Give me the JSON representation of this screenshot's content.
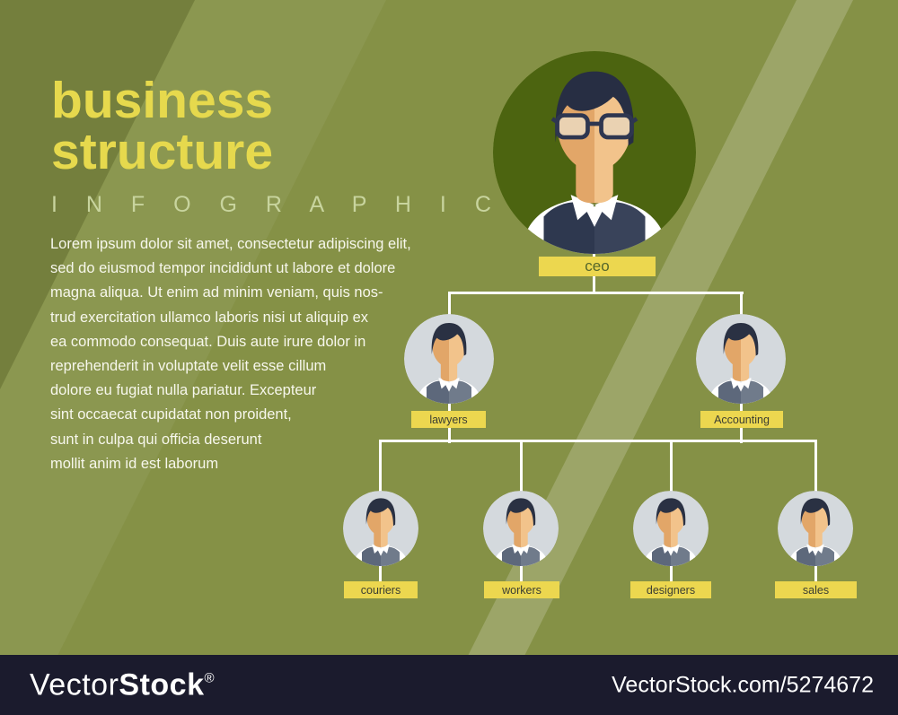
{
  "title": {
    "line1": "business",
    "line2": "structure",
    "subtitle": "I N F O G R A P H I C"
  },
  "paragraph": {
    "lines": [
      "Lorem ipsum dolor sit amet, consectetur adipiscing elit,",
      "sed do eiusmod tempor incididunt ut labore et dolore",
      "magna aliqua. Ut enim ad minim veniam, quis nos-",
      "trud exercitation ullamco laboris nisi ut aliquip ex",
      "ea commodo consequat. Duis aute irure dolor in",
      "reprehenderit in voluptate velit esse cillum",
      "dolore eu fugiat nulla pariatur. Excepteur",
      "sint occaecat cupidatat non proident,",
      "sunt in culpa qui officia deserunt",
      "mollit anim id est laborum"
    ]
  },
  "org_chart": {
    "root": {
      "label": "ceo"
    },
    "level2": [
      {
        "label": "lawyers"
      },
      {
        "label": "Accounting"
      }
    ],
    "level3": [
      {
        "label": "couriers"
      },
      {
        "label": "workers"
      },
      {
        "label": "designers"
      },
      {
        "label": "sales"
      }
    ]
  },
  "footer": {
    "brand_regular": "Vector",
    "brand_bold": "Stock",
    "registered_mark": "®",
    "attribution": "VectorStock.com/5274672"
  },
  "colors": {
    "background": "#859146",
    "title_yellow": "#e6d94d",
    "subtitle_green": "#c8d49e",
    "label_yellow": "#ecd74f",
    "ceo_label_text": "#55672b",
    "label_text_dark": "#3b3e33",
    "connector_white": "#ffffff",
    "ceo_circle_green": "#4c6410",
    "avatar_circle_gray": "#d4d9dd",
    "footer_navy": "#1b1b2d"
  }
}
